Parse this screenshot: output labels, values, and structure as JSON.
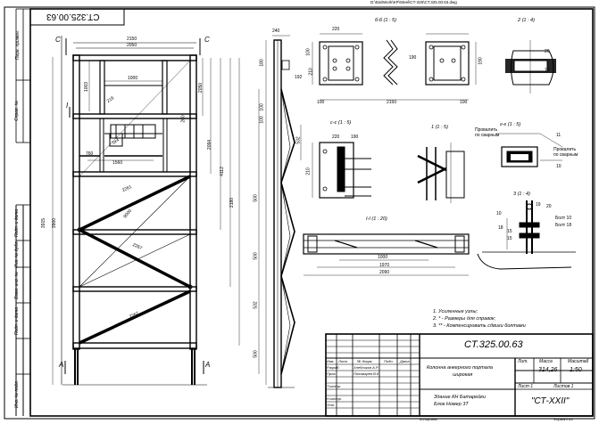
{
  "header": {
    "path": "D:\\Dat\\Work\\KP\\Steel\\CT-325\\CT.325.00.63.dwg"
  },
  "stamp": {
    "code_rotated": "CT.325.00.63"
  },
  "left_strip": {
    "labels": [
      "Перв. примен.",
      "Справ. №",
      "Подп. и дата",
      "Инв. № дубл.",
      "Взам. инв. №",
      "Подп. и дата",
      "Инв. № подл."
    ]
  },
  "main_view": {
    "section_C": "C",
    "section_A": "A",
    "section_I": "I",
    "dims_top": [
      "2150",
      "2050"
    ],
    "dims_right": [
      "2050",
      "2094",
      "4112",
      "2180"
    ],
    "dims_left": [
      "3915",
      "3900"
    ],
    "dims_inner": [
      "1003",
      "1000",
      "760",
      "1560",
      "2261",
      "2267",
      "2267",
      "9000"
    ],
    "dims_mid": [
      "216",
      "5x4",
      "260"
    ]
  },
  "side_view": {
    "dims": [
      "240",
      "180",
      "100",
      "100",
      "192",
      "500",
      "532",
      "500",
      "532",
      "500"
    ]
  },
  "views": {
    "v1": {
      "title": "б-б (1 : 5)",
      "dims": [
        "220",
        "100",
        "210",
        "190"
      ]
    },
    "v2": {
      "title": "2 (1 : 4)",
      "dims": [
        "20",
        "10"
      ]
    },
    "v3": {
      "title": "2150",
      "dims": [
        "100",
        "190",
        "100"
      ]
    },
    "v4": {
      "title": "с-с (1 : 5)",
      "dims": [
        "220",
        "210",
        "190"
      ]
    },
    "v5": {
      "title": "1 (1 : 5)"
    },
    "v6": {
      "title": "г-г (1 : 5)",
      "notes": [
        "Провалить",
        "по сварным",
        "Провалить",
        "по сварным"
      ],
      "dims": [
        "11",
        "10"
      ]
    },
    "v7": {
      "title": "3 (1 : 4)",
      "dims": [
        "10",
        "19",
        "18",
        "15",
        "15",
        "20"
      ],
      "notes": [
        "Болт 10",
        "Болт 18"
      ]
    },
    "v8": {
      "title": "I-I (1 : 20)",
      "dims": [
        "1000",
        "1970",
        "2090"
      ]
    }
  },
  "notes": {
    "items": [
      "1. Усиленные узлы;",
      "2. * - Размеры для справок;",
      "3. ** - Компенсировать сдвиги болтами"
    ]
  },
  "title_block": {
    "doc_code": "CT.325.00.63",
    "name_line1": "Колонна анкерного портала",
    "name_line2": "широкая",
    "note_line1": "Здание КН Батарейки",
    "note_line2": "Блок Номер 3Т",
    "stage": "Лит.",
    "mass": "Масса",
    "scale": "Масштаб",
    "mass_val": "314,26",
    "scale_val": "1:50",
    "sheet": "Лист 1",
    "sheets": "Листов 1",
    "org": "\"СТ-XXII\"",
    "rows": [
      "Изм.",
      "Лист",
      "№ докум.",
      "Подп.",
      "Дата"
    ],
    "roles": [
      "Разраб.",
      "Пров.",
      "Т.контр.",
      "Н.контр.",
      "Утв."
    ],
    "names": [
      "Хлебников А.Р.",
      "Пономарев В.Е.",
      "",
      "",
      ""
    ],
    "footer_left": "Копировал",
    "footer_right": "Формат A3"
  }
}
